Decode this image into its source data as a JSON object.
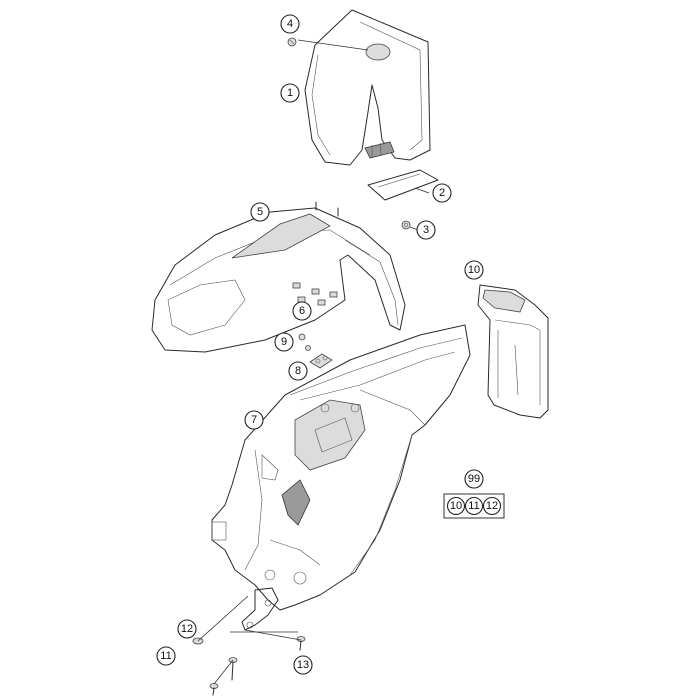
{
  "callouts": [
    {
      "id": "c4",
      "label": "4"
    },
    {
      "id": "c1",
      "label": "1"
    },
    {
      "id": "c2",
      "label": "2"
    },
    {
      "id": "c3",
      "label": "3"
    },
    {
      "id": "c5",
      "label": "5"
    },
    {
      "id": "c6",
      "label": "6"
    },
    {
      "id": "c10",
      "label": "10"
    },
    {
      "id": "c9",
      "label": "9"
    },
    {
      "id": "c8",
      "label": "8"
    },
    {
      "id": "c7",
      "label": "7"
    },
    {
      "id": "c99",
      "label": "99"
    },
    {
      "id": "c12",
      "label": "12"
    },
    {
      "id": "c11",
      "label": "11"
    },
    {
      "id": "c13",
      "label": "13"
    }
  ],
  "kit": {
    "items": [
      {
        "label": "10"
      },
      {
        "label": "11"
      },
      {
        "label": "12"
      }
    ]
  }
}
